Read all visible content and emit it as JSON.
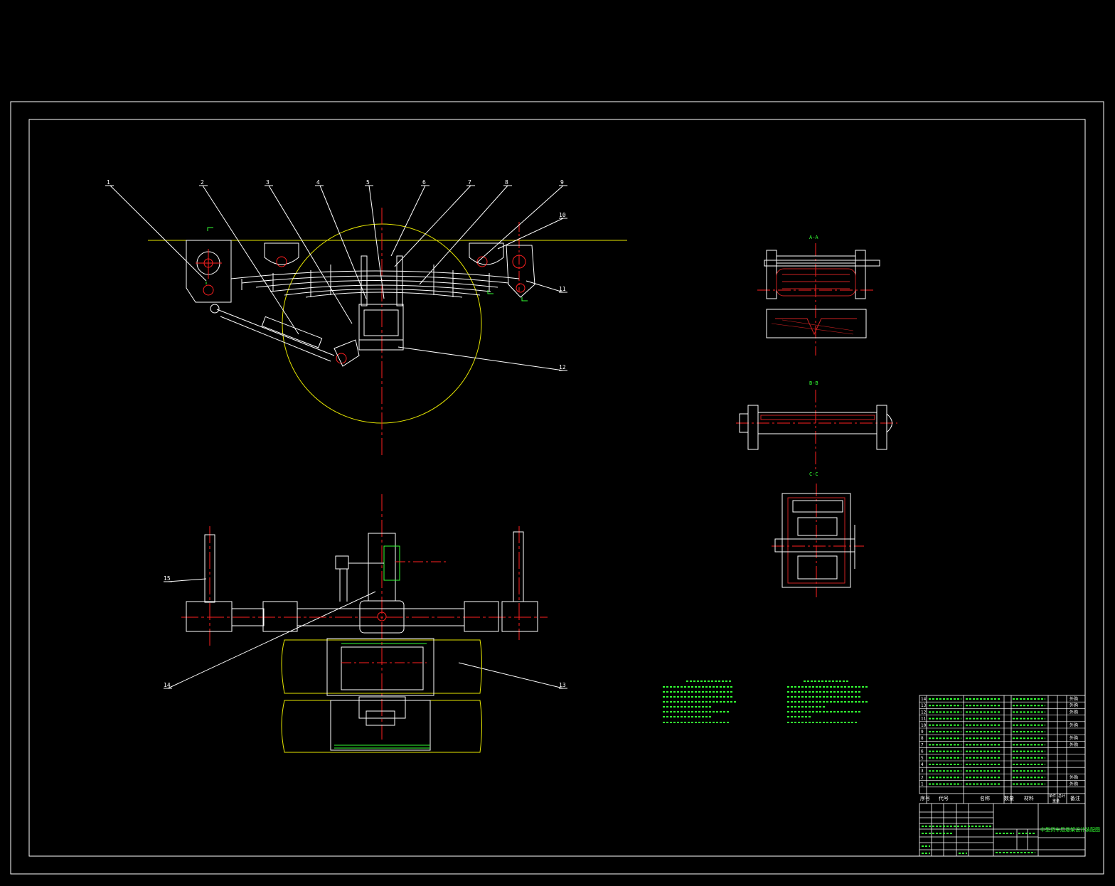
{
  "colors": {
    "background": "#000000",
    "line": "#ffffff",
    "centerline": "#ff2020",
    "leader": "#ffffff",
    "yellow": "#e6e600",
    "green": "#33ff33",
    "hatch": "#cc2222"
  },
  "balloons": [
    "1",
    "2",
    "3",
    "4",
    "5",
    "6",
    "7",
    "8",
    "9",
    "10",
    "11",
    "12",
    "13",
    "14",
    "15"
  ],
  "section_labels": {
    "a": "A-A",
    "b": "B-B",
    "c": "C-C"
  },
  "bom": {
    "header": {
      "no": "序号",
      "code": "代号",
      "name": "名称",
      "qty": "数量",
      "material": "材料",
      "unit_weight": "单件",
      "total_weight": "总计",
      "weight": "重量",
      "remark": "备注"
    },
    "rows": [
      {
        "no": "14",
        "code": "",
        "name": "",
        "qty": "",
        "material": "",
        "remark": "外购"
      },
      {
        "no": "13",
        "code": "",
        "name": "",
        "qty": "",
        "material": "",
        "remark": "外购"
      },
      {
        "no": "12",
        "code": "",
        "name": "",
        "qty": "",
        "material": "",
        "remark": "外购"
      },
      {
        "no": "11",
        "code": "",
        "name": "",
        "qty": "",
        "material": "",
        "remark": ""
      },
      {
        "no": "10",
        "code": "",
        "name": "",
        "qty": "",
        "material": "",
        "remark": "外购"
      },
      {
        "no": "9",
        "code": "",
        "name": "",
        "qty": "",
        "material": "",
        "remark": ""
      },
      {
        "no": "8",
        "code": "",
        "name": "",
        "qty": "",
        "material": "",
        "remark": "外购"
      },
      {
        "no": "7",
        "code": "",
        "name": "",
        "qty": "",
        "material": "",
        "remark": "外购"
      },
      {
        "no": "6",
        "code": "",
        "name": "",
        "qty": "",
        "material": "",
        "remark": ""
      },
      {
        "no": "5",
        "code": "",
        "name": "",
        "qty": "",
        "material": "",
        "remark": ""
      },
      {
        "no": "4",
        "code": "",
        "name": "",
        "qty": "",
        "material": "",
        "remark": ""
      },
      {
        "no": "3",
        "code": "",
        "name": "",
        "qty": "",
        "material": "",
        "remark": ""
      },
      {
        "no": "2",
        "code": "",
        "name": "",
        "qty": "",
        "material": "",
        "remark": "外购"
      },
      {
        "no": "1",
        "code": "",
        "name": "",
        "qty": "",
        "material": "",
        "remark": "外购"
      }
    ]
  },
  "title_block": {
    "drawing_title": "中型货车后悬架设计装配图"
  }
}
